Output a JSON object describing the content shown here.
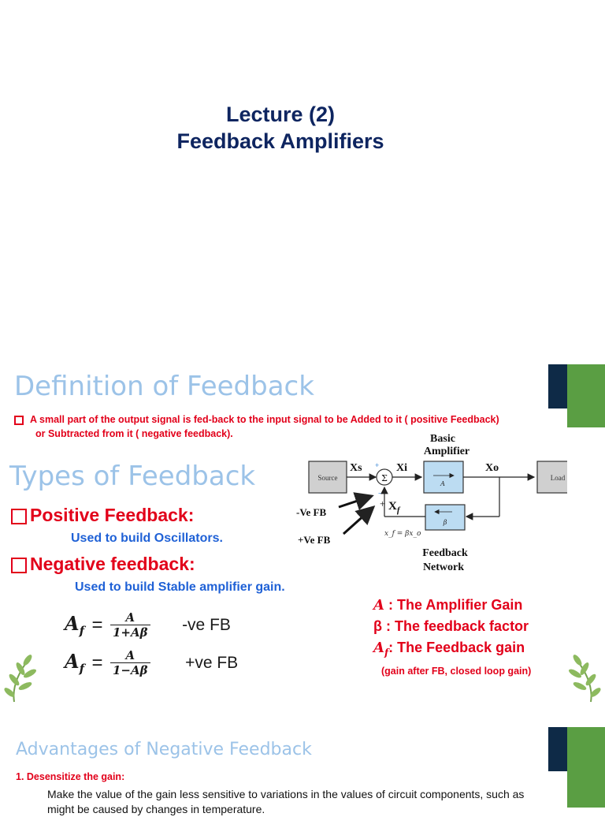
{
  "slide1": {
    "line1": "Lecture (2)",
    "line2": "Feedback Amplifiers"
  },
  "slide2": {
    "heading": "Definition of Feedback",
    "definition_line1": "A small part of the output signal is fed-back to the input signal to be Added to it ( positive Feedback)",
    "definition_line2": "or Subtracted from it ( negative feedback).",
    "types_heading": "Types of Feedback",
    "positive_label": "Positive Feedback:",
    "positive_use": "Used to build Oscillators.",
    "negative_label": "Negative feedback:",
    "negative_use": "Used to build Stable amplifier gain.",
    "formula1": {
      "lhs": "A",
      "sub": "f",
      "eq": "=",
      "num": "A",
      "den": "1+Aβ",
      "note": "-ve FB"
    },
    "formula2": {
      "lhs": "A",
      "sub": "f",
      "eq": "=",
      "num": "A",
      "den": "1−Aβ",
      "note": "+ve FB"
    },
    "legend": {
      "a_sym": "A",
      "a_text": ": The Amplifier Gain",
      "b_sym": "β",
      "b_text": ": The feedback factor",
      "af_sym": "A",
      "af_sub": "f",
      "af_text": ": The Feedback gain",
      "note": "(gain after FB, closed loop gain)"
    },
    "diagram": {
      "source": "Source",
      "xs": "Xs",
      "sigma": "Σ",
      "xi": "Xi",
      "basic_amp_line1": "Basic",
      "basic_amp_line2": "Amplifier",
      "amp_box": "A",
      "xo": "Xo",
      "load": "Load",
      "xf": "X",
      "xf_sub": "f",
      "beta_box": "β",
      "relation": "x_f = βx_o",
      "feedback_network_line1": "Feedback",
      "feedback_network_line2": "Network",
      "neg_fb": "-Ve FB",
      "pos_fb": "+Ve FB",
      "plus": "+",
      "minus": "−"
    },
    "accent_colors": {
      "navy": "#0e2a47",
      "green": "#5a9e43"
    }
  },
  "slide3": {
    "heading": "Advantages of Negative Feedback",
    "item1_label": "1. Desensitize the gain:",
    "item1_text": "Make the value of the gain less sensitive to variations in the values of circuit components, such as",
    "item1_text2": "might be caused by changes in temperature."
  }
}
